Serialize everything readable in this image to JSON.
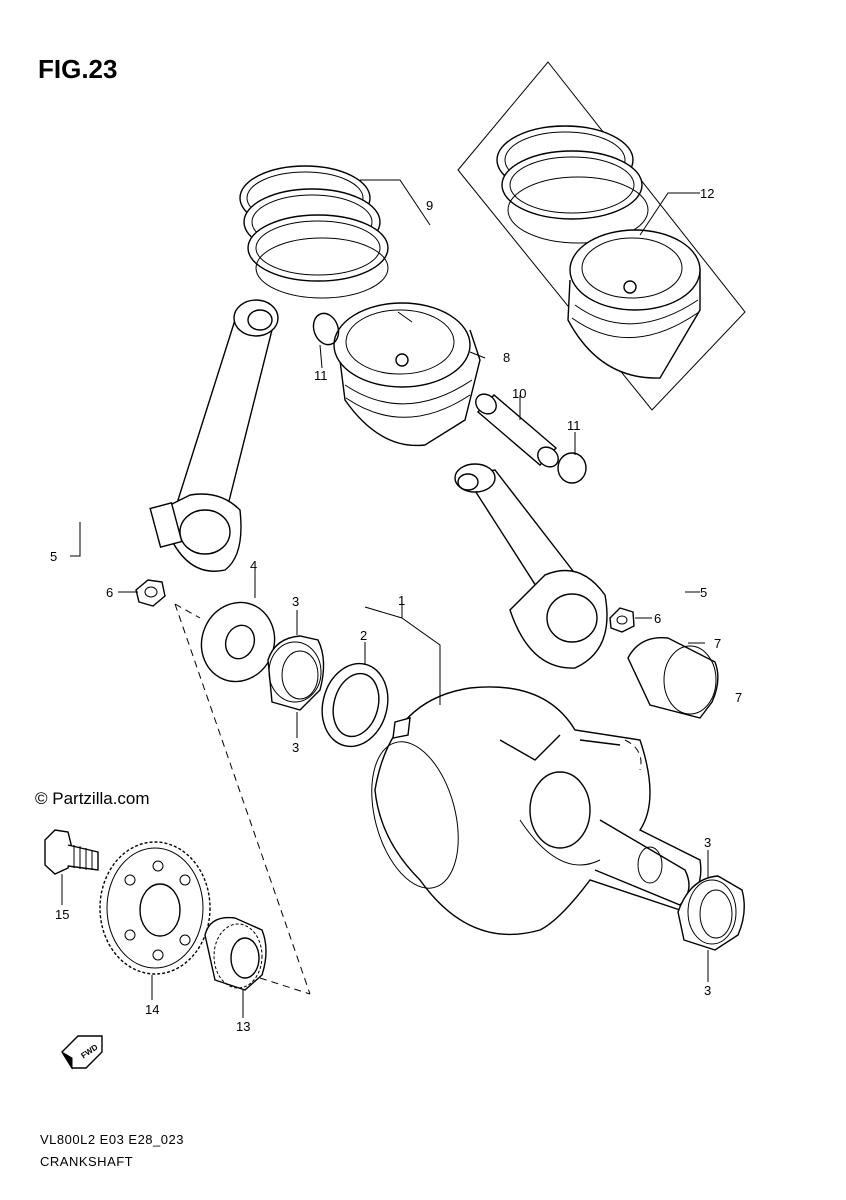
{
  "figure": {
    "title": "FIG.23",
    "copyright": "© Partzilla.com",
    "footer": {
      "code": "VL800L2 E03 E28_023",
      "name": "CRANKSHAFT"
    },
    "fwd_label": "FWD"
  },
  "callouts": {
    "c1": "1",
    "c2": "2",
    "c3a": "3",
    "c3b": "3",
    "c3c": "3",
    "c3d": "3",
    "c4": "4",
    "c5a": "5",
    "c5b": "5",
    "c6a": "6",
    "c6b": "6",
    "c7a": "7",
    "c7b": "7",
    "c8": "8",
    "c9": "9",
    "c10": "10",
    "c11a": "11",
    "c11b": "11",
    "c12": "12",
    "c13": "13",
    "c14": "14",
    "c15": "15"
  }
}
